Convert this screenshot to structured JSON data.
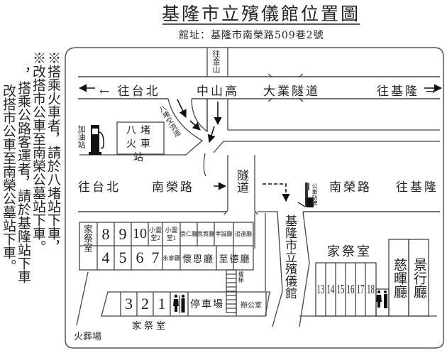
{
  "title": "基隆市立殯儀館位置圖",
  "address": "館址：基隆市南榮路509巷2號",
  "notes": {
    "columns_right_to_left": [
      "※搭乘火車者，請於八堵站下車，",
      "※改搭市公車至南榮公墓站下車。",
      "，搭乘公路客運者，請於基隆站下車",
      "改搭市公車至南榮公墓站下車。"
    ]
  },
  "roads": {
    "to_jinshan": "往金山",
    "to_taipei_top": "← 往台北",
    "zhongshan_highway": "中山高",
    "daye_tunnel": "大業隧道",
    "to_keelung_top": "往基隆 →",
    "badu_ramp": "八堵交流道",
    "to_taipei_bottom": "往台北",
    "nanrong_road_left": "南榮路",
    "tunnel": "隧道",
    "nanrong_road_right": "南榮路",
    "to_keelung_bottom": "往基隆"
  },
  "landmarks": {
    "gas_station": "加油站",
    "badu_station": "八堵火車站",
    "bus_stop": "公車站牌",
    "funeral_home": "基隆市立殯儀館",
    "crematorium": "火葬場"
  },
  "west_building": {
    "family_room_label": "家祭室",
    "row_top": [
      "8",
      "9",
      "10",
      "小靈堂2",
      "小靈堂1",
      "崇仁廳",
      "思賢廳",
      "孝誠廳",
      "追遠廳"
    ],
    "row_bottom": [
      "4",
      "5",
      "6",
      "7",
      "永寧廳",
      "懷恩廳",
      "至德廳"
    ],
    "stairs": "樓梯",
    "row_lower": [
      "3",
      "2",
      "1"
    ],
    "restroom_icon": "restroom-icon",
    "parking": "停車場",
    "office": "辦公室",
    "lower_family_room_label": "家祭室"
  },
  "east_building": {
    "family_room_label": "家祭室",
    "rooms": [
      "13",
      "14",
      "15",
      "16",
      "17",
      "18"
    ],
    "restroom_icon": "restroom-icon",
    "halls": [
      "慈暉廳",
      "景行廳"
    ]
  }
}
